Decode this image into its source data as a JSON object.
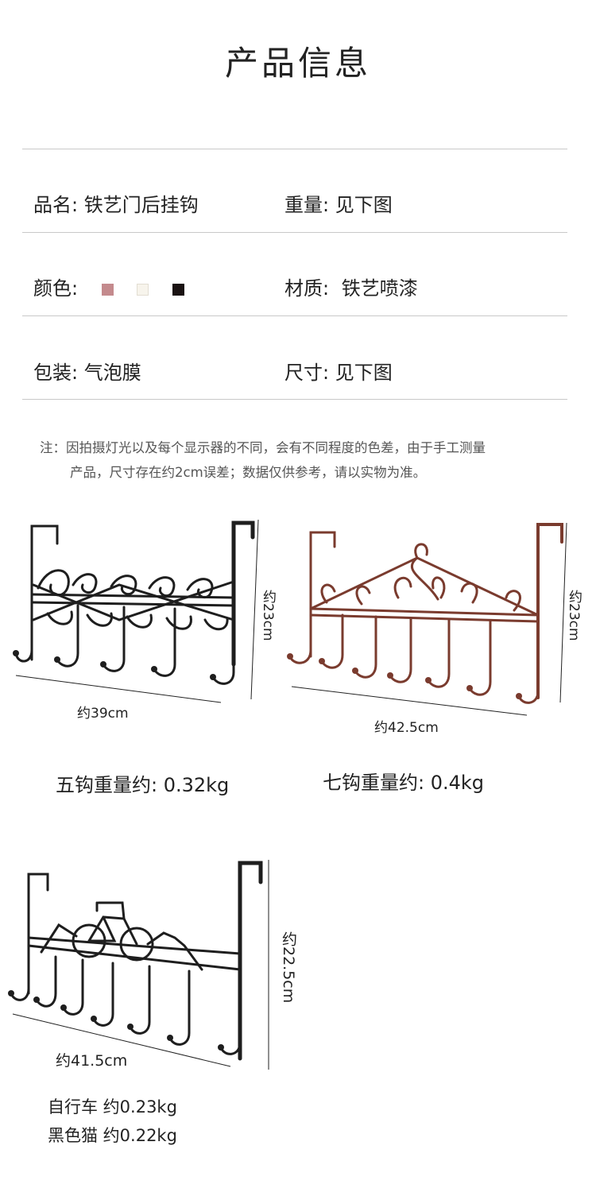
{
  "page_title": "产品信息",
  "specs": {
    "name": {
      "label": "品名:",
      "value": "铁艺门后挂钩"
    },
    "weight": {
      "label": "重量:",
      "value": "见下图"
    },
    "color": {
      "label": "颜色:",
      "swatches": [
        "#c48a8d",
        "#f7f4ec",
        "#1a1212"
      ]
    },
    "material": {
      "label": "材质:",
      "value": "铁艺喷漆"
    },
    "packaging": {
      "label": "包装:",
      "value": "气泡膜"
    },
    "size": {
      "label": "尺寸:",
      "value": "见下图"
    }
  },
  "note": {
    "line1": "注：因拍摄灯光以及每个显示器的不同，会有不同程度的色差，由于手工测量",
    "line2": "产品，尺寸存在约2cm误差；数据仅供参考，请以实物为准。"
  },
  "products": [
    {
      "height_label": "约23cm",
      "width_label": "约39cm",
      "weight_text": "五钩重量约:  0.32kg",
      "color": "#1e1e1e"
    },
    {
      "height_label": "约23cm",
      "width_label": "约42.5cm",
      "weight_text": "七钩重量约:  0.4kg",
      "color": "#7a3b2e"
    },
    {
      "height_label": "约22.5cm",
      "width_label": "约41.5cm",
      "weights": [
        "自行车  约0.23kg",
        "黑色猫  约0.22kg"
      ],
      "color": "#1e1e1e"
    }
  ]
}
